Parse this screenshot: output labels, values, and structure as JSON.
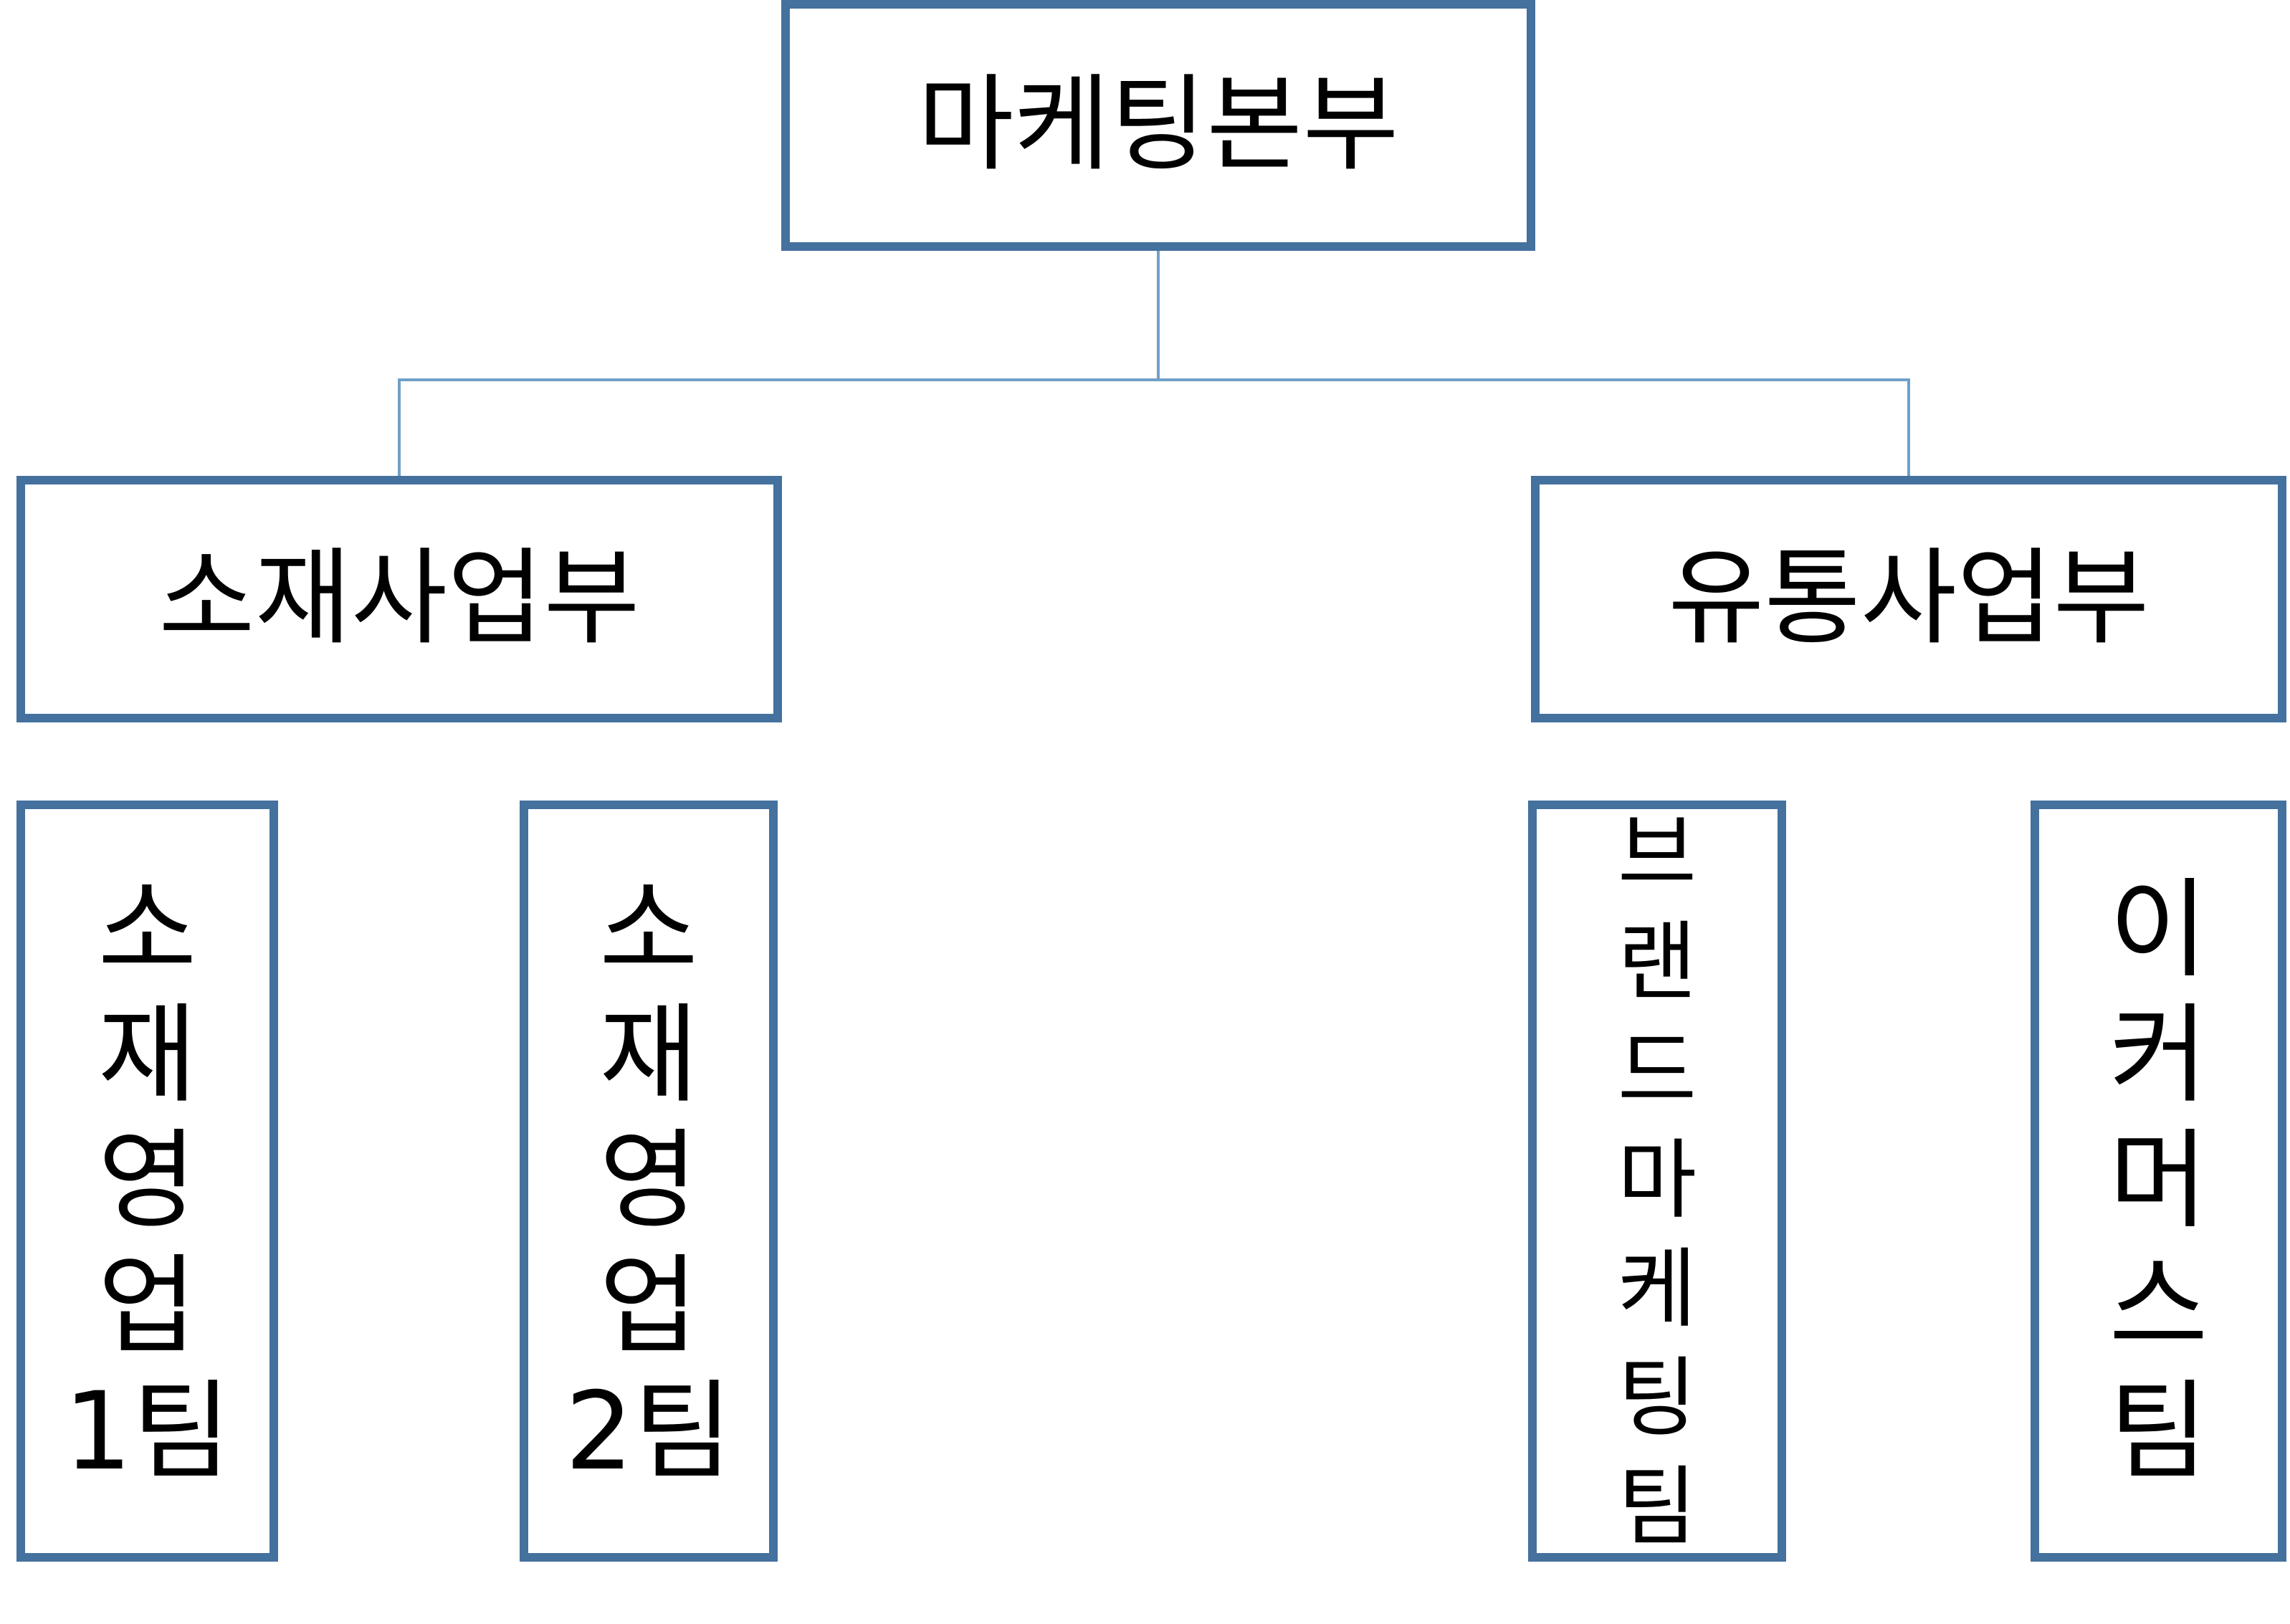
{
  "diagram": {
    "type": "org-chart",
    "background_color": "#ffffff",
    "box_fill_color": "#ffffff",
    "box_border_color": "#44719e",
    "connector_color": "#6fa0c8",
    "text_color": "#000000",
    "hierarchy": {
      "root": "마케팅본부",
      "children": [
        {
          "label": "소재사업부",
          "teams": [
            "소재영업1팀",
            "소재영업2팀"
          ]
        },
        {
          "label": "유통사업부",
          "teams": [
            "브랜드마케팅팀",
            "이커머스팀"
          ]
        }
      ]
    }
  },
  "nodes": {
    "root": {
      "label": "마케팅본부"
    },
    "division_left": {
      "label": "소재사업부"
    },
    "division_right": {
      "label": "유통사업부"
    },
    "team1": {
      "label": "소재영업1팀",
      "lines": [
        "소",
        "재",
        "영",
        "업",
        "1팀"
      ]
    },
    "team2": {
      "label": "소재영업2팀",
      "lines": [
        "소",
        "재",
        "영",
        "업",
        "2팀"
      ]
    },
    "team3": {
      "label": "브랜드마케팅팀",
      "lines": [
        "브",
        "랜",
        "드",
        "마",
        "케",
        "팅",
        "팀"
      ]
    },
    "team4": {
      "label": "이커머스팀",
      "lines": [
        "이",
        "커",
        "머",
        "스",
        "팀"
      ]
    }
  }
}
